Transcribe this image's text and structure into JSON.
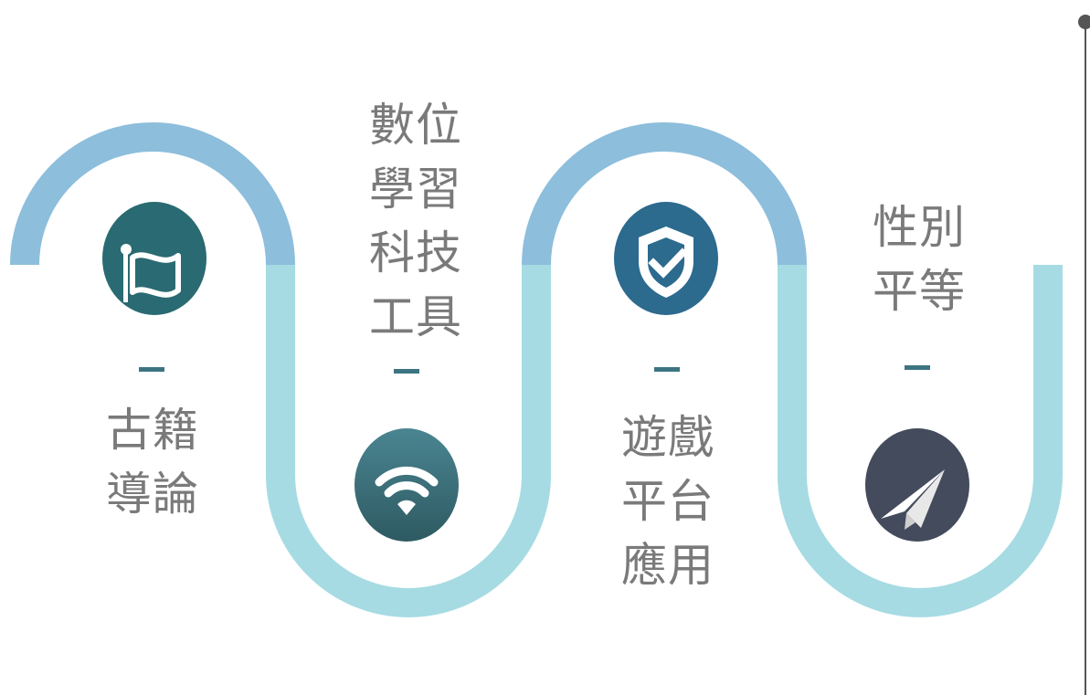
{
  "steps": [
    {
      "label_lines": [
        "古籍",
        "導論"
      ],
      "icon": "flag-icon",
      "color": "#2a6a72"
    },
    {
      "label_lines": [
        "數位",
        "學習",
        "科技",
        "工具"
      ],
      "icon": "wifi-icon",
      "color": "#3a6b78"
    },
    {
      "label_lines": [
        "遊戲",
        "平台",
        "應用"
      ],
      "icon": "shield-check-icon",
      "color": "#2c6a8e"
    },
    {
      "label_lines": [
        "性別",
        "平等"
      ],
      "icon": "paper-plane-icon",
      "color": "#434b5c"
    }
  ],
  "colors": {
    "upper_band": "#8dbedc",
    "lower_band": "#a6dbe3",
    "dash": "#3d7482",
    "text": "#7a7a7a"
  }
}
